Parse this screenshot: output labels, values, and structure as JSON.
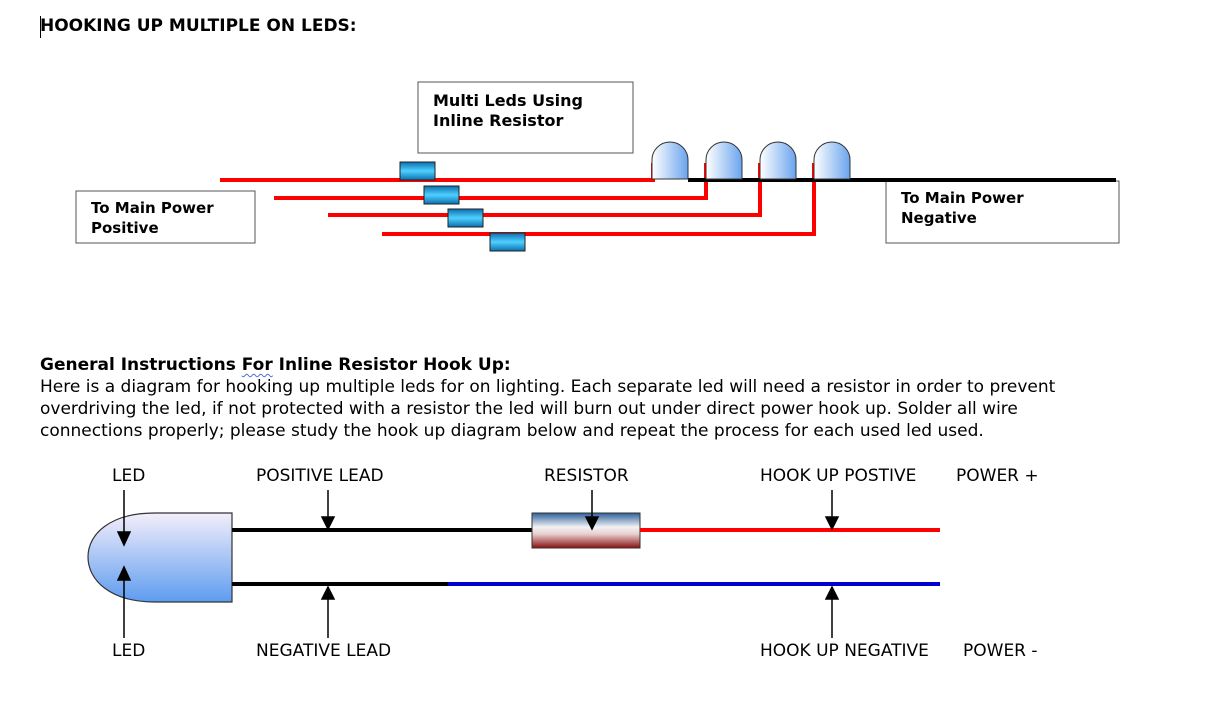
{
  "page_title": "HOOKING UP MULTIPLE ON LEDS:",
  "top_diagram": {
    "title_lines": [
      "Multi Leds Using",
      "Inline Resistor"
    ],
    "positive_lines": [
      "To Main Power",
      "Positive"
    ],
    "negative_lines": [
      "To Main Power",
      "Negative"
    ]
  },
  "instructions": {
    "title_before": "General Instructions ",
    "title_squiggle": "For",
    "title_after": " Inline Resistor Hook Up:",
    "lines": [
      "Here is a diagram for hooking up multiple leds for on lighting. Each separate led will need a resistor in order to prevent",
      "overdriving the led, if not protected with a resistor the led will burn out under direct power hook up. Solder all wire",
      "connections properly; please study the hook up diagram below and repeat the process for each used led used."
    ]
  },
  "hookup_diagram": {
    "led_top": "LED",
    "positive_lead": "POSITIVE LEAD",
    "resistor": "RESISTOR",
    "hookup_positive": "HOOK UP POSTIVE",
    "power_plus": "POWER +",
    "led_bottom": "LED",
    "negative_lead": "NEGATIVE LEAD",
    "hookup_negative": "HOOK UP NEGATIVE",
    "power_minus": "POWER -"
  },
  "colors": {
    "positive_wire": "#ff0000",
    "negative_wire_black": "#000000",
    "hookup_negative_wire": "#0000cc",
    "resistor_fill": "#1fa0e0",
    "led_fill": "#8ab6f0"
  }
}
